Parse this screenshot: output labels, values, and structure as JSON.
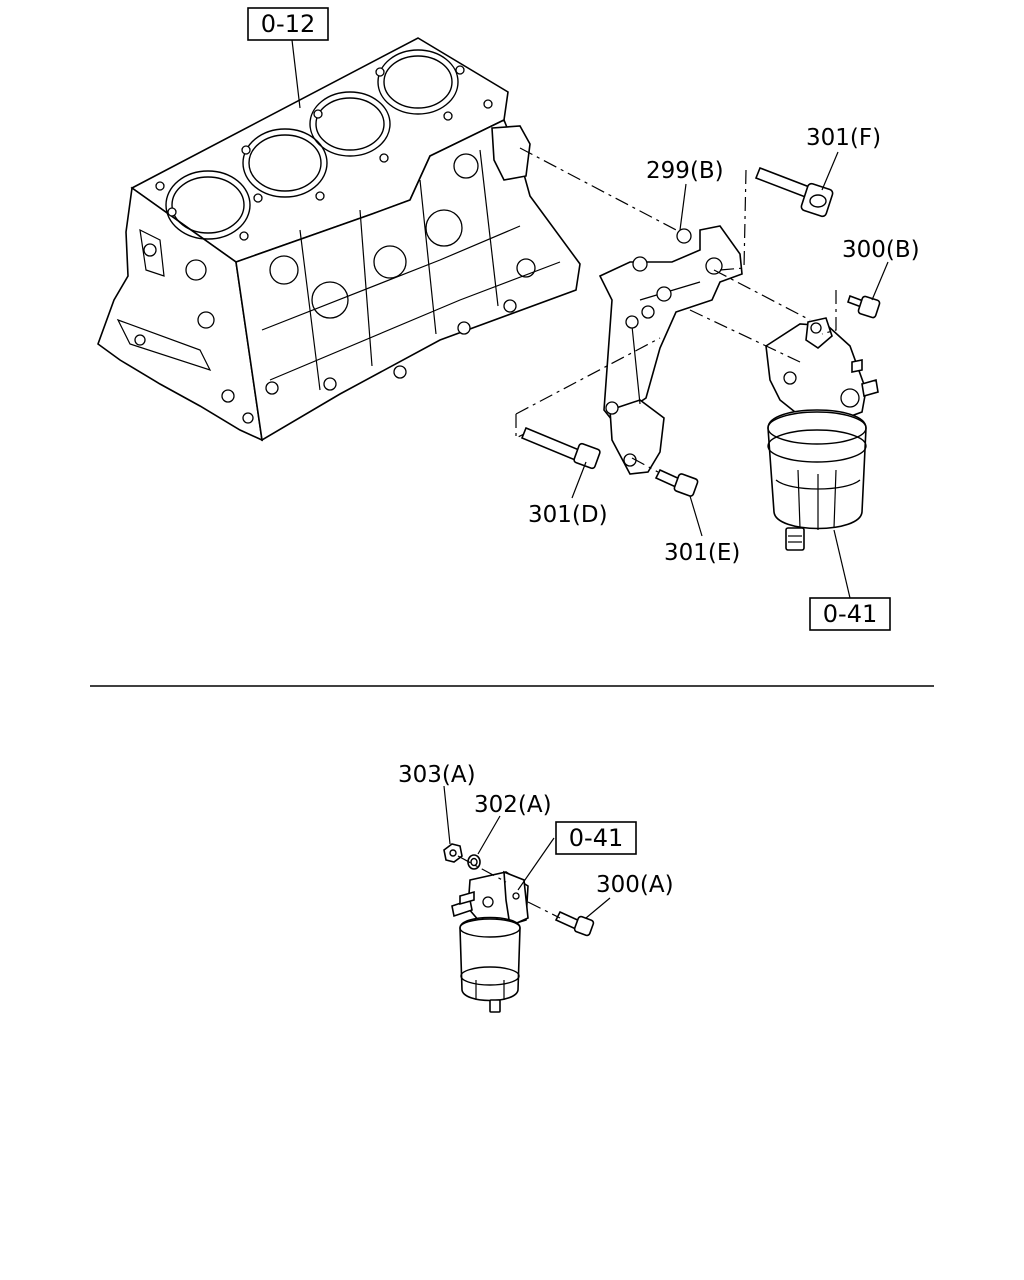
{
  "top_view": {
    "ref_block": "0-12",
    "ref_filter": "0-41",
    "labels": {
      "b299": "299(B)",
      "b301f": "301(F)",
      "b300b": "300(B)",
      "b301d": "301(D)",
      "b301e": "301(E)"
    }
  },
  "bottom_view": {
    "ref_filter": "0-41",
    "labels": {
      "n303a": "303(A)",
      "n302a": "302(A)",
      "b300a": "300(A)"
    }
  }
}
